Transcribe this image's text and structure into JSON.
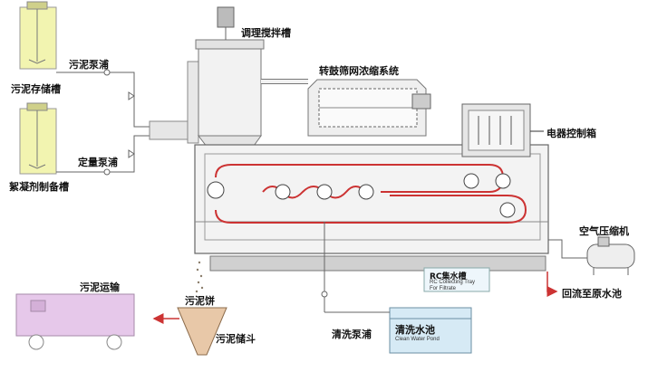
{
  "labels": {
    "sludge_pump": "污泥泵浦",
    "sludge_storage_tank": "污泥存储槽",
    "dosing_pump": "定量泵浦",
    "flocculant_tank": "絮凝剂制备槽",
    "conditioning_mixing_tank": "调理搅拌槽",
    "rotary_drum_thickening": "转鼓筛网浓缩系统",
    "electric_control_box": "电器控制箱",
    "air_compressor": "空气压缩机",
    "return_to_raw_pool": "回流至原水池",
    "rc_tray_title": "RC集水槽",
    "rc_tray_en_1": "RC Collecting Tray",
    "rc_tray_en_2": "For Filtrate",
    "wash_pump": "清洗泵浦",
    "clean_water_pool": "清洗水池",
    "clean_water_pool_en": "Clean Water Pond",
    "sludge_cake": "污泥饼",
    "sludge_hopper": "污泥储斗",
    "sludge_transport": "污泥运输"
  },
  "colors": {
    "tank_fill": "#f2f4b0",
    "machine_fill": "#f3f3f3",
    "belt_red": "#cc3333",
    "truck_fill": "#e6c8ea",
    "water_fill": "#d6eaf5",
    "hopper_fill": "#e8c8a8",
    "base_fill": "#d0d0d0"
  }
}
